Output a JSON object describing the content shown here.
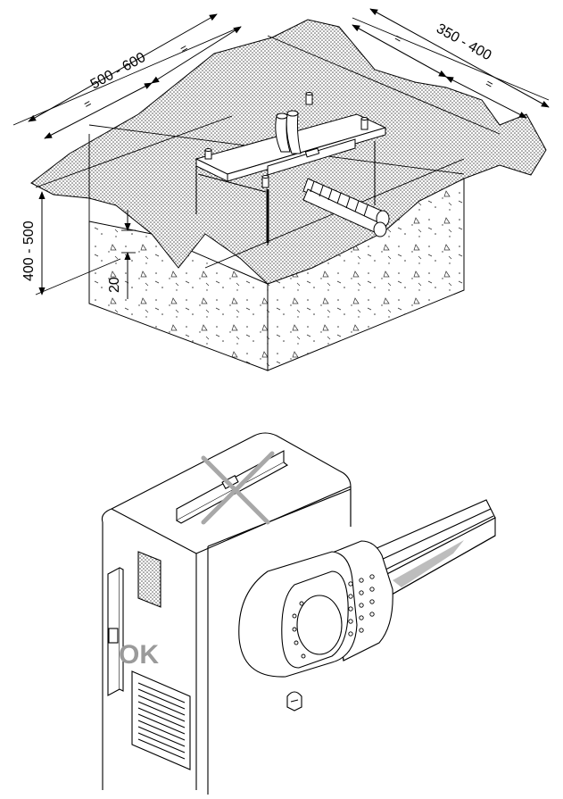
{
  "installation": {
    "dimensions": {
      "width": "500 - 600",
      "depth": "350 - 400",
      "height": "400 - 500",
      "offset": "20",
      "equal_mark": "="
    }
  },
  "levelling": {
    "ok_label": "OK"
  },
  "colors": {
    "ink": "#000000",
    "concrete_fill": "#bdbdbd",
    "cross": "#a8a8a8",
    "ok": "#9a9a9a"
  }
}
